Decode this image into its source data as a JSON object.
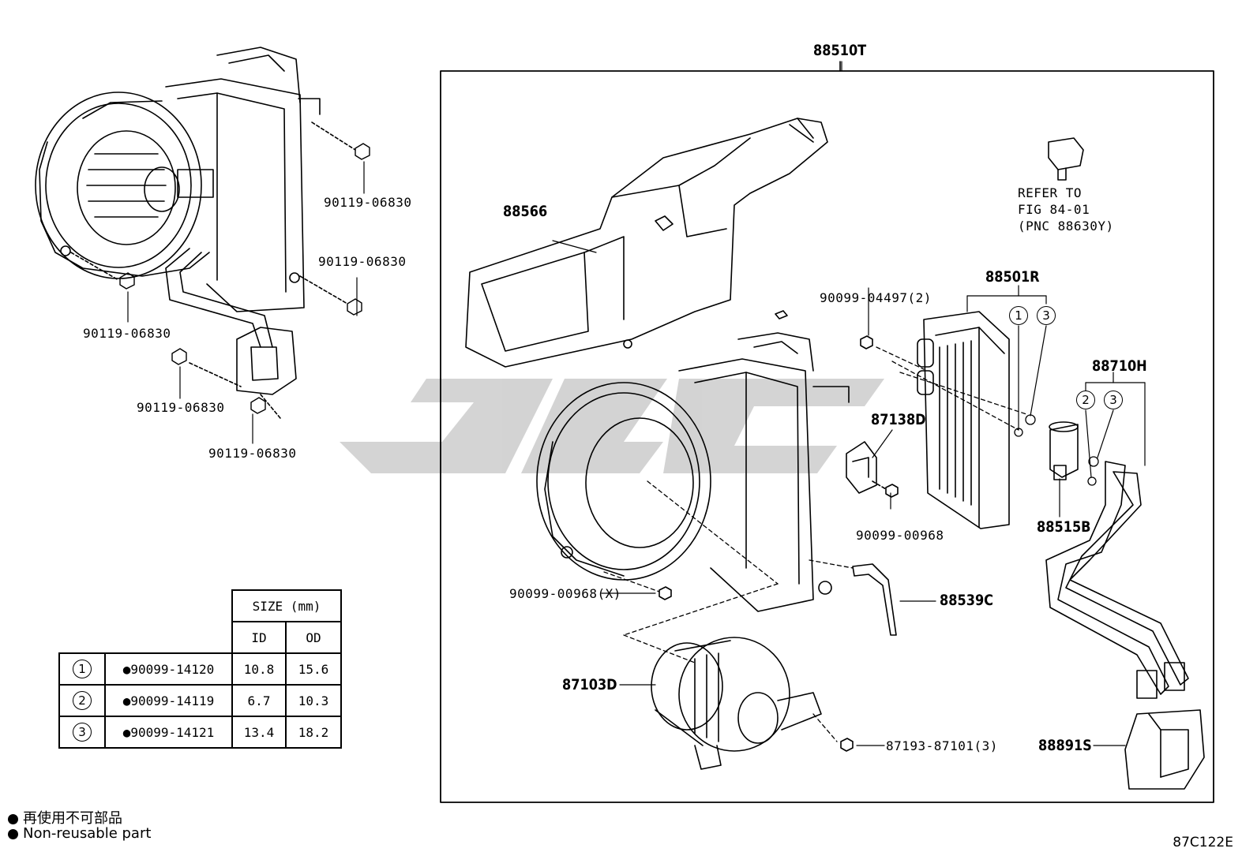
{
  "assembly_label": "88510T",
  "parts": {
    "p88566": "88566",
    "p88501R": "88501R",
    "p87138D": "87138D",
    "p88710H": "88710H",
    "p88515B": "88515B",
    "p88539C": "88539C",
    "p87103D": "87103D",
    "p88891S": "88891S"
  },
  "fasteners": {
    "f1": "90119-06830",
    "f2": "90119-06830",
    "f3": "90119-06830",
    "f4": "90119-06830",
    "f5": "90119-06830",
    "f6": "90099-04497(2)",
    "f7": "90099-00968",
    "f8": "90099-00968(X)",
    "f9": "87193-87101(3)"
  },
  "refer": {
    "line1": "REFER TO",
    "line2": "FIG 84-01",
    "line3": "(PNC 88630Y)"
  },
  "callouts": {
    "c1": "1",
    "c2": "3",
    "c3": "2",
    "c4": "3"
  },
  "size_table": {
    "header": "SIZE (mm)",
    "col_id": "ID",
    "col_od": "OD",
    "rows": [
      {
        "no": "1",
        "part": "●90099-14120",
        "id": "10.8",
        "od": "15.6"
      },
      {
        "no": "2",
        "part": "●90099-14119",
        "id": "6.7",
        "od": "10.3"
      },
      {
        "no": "3",
        "part": "●90099-14121",
        "id": "13.4",
        "od": "18.2"
      }
    ]
  },
  "legend": {
    "japanese": "再使用不可部品",
    "english": "Non-reusable part"
  },
  "figure_code": "87C122E"
}
